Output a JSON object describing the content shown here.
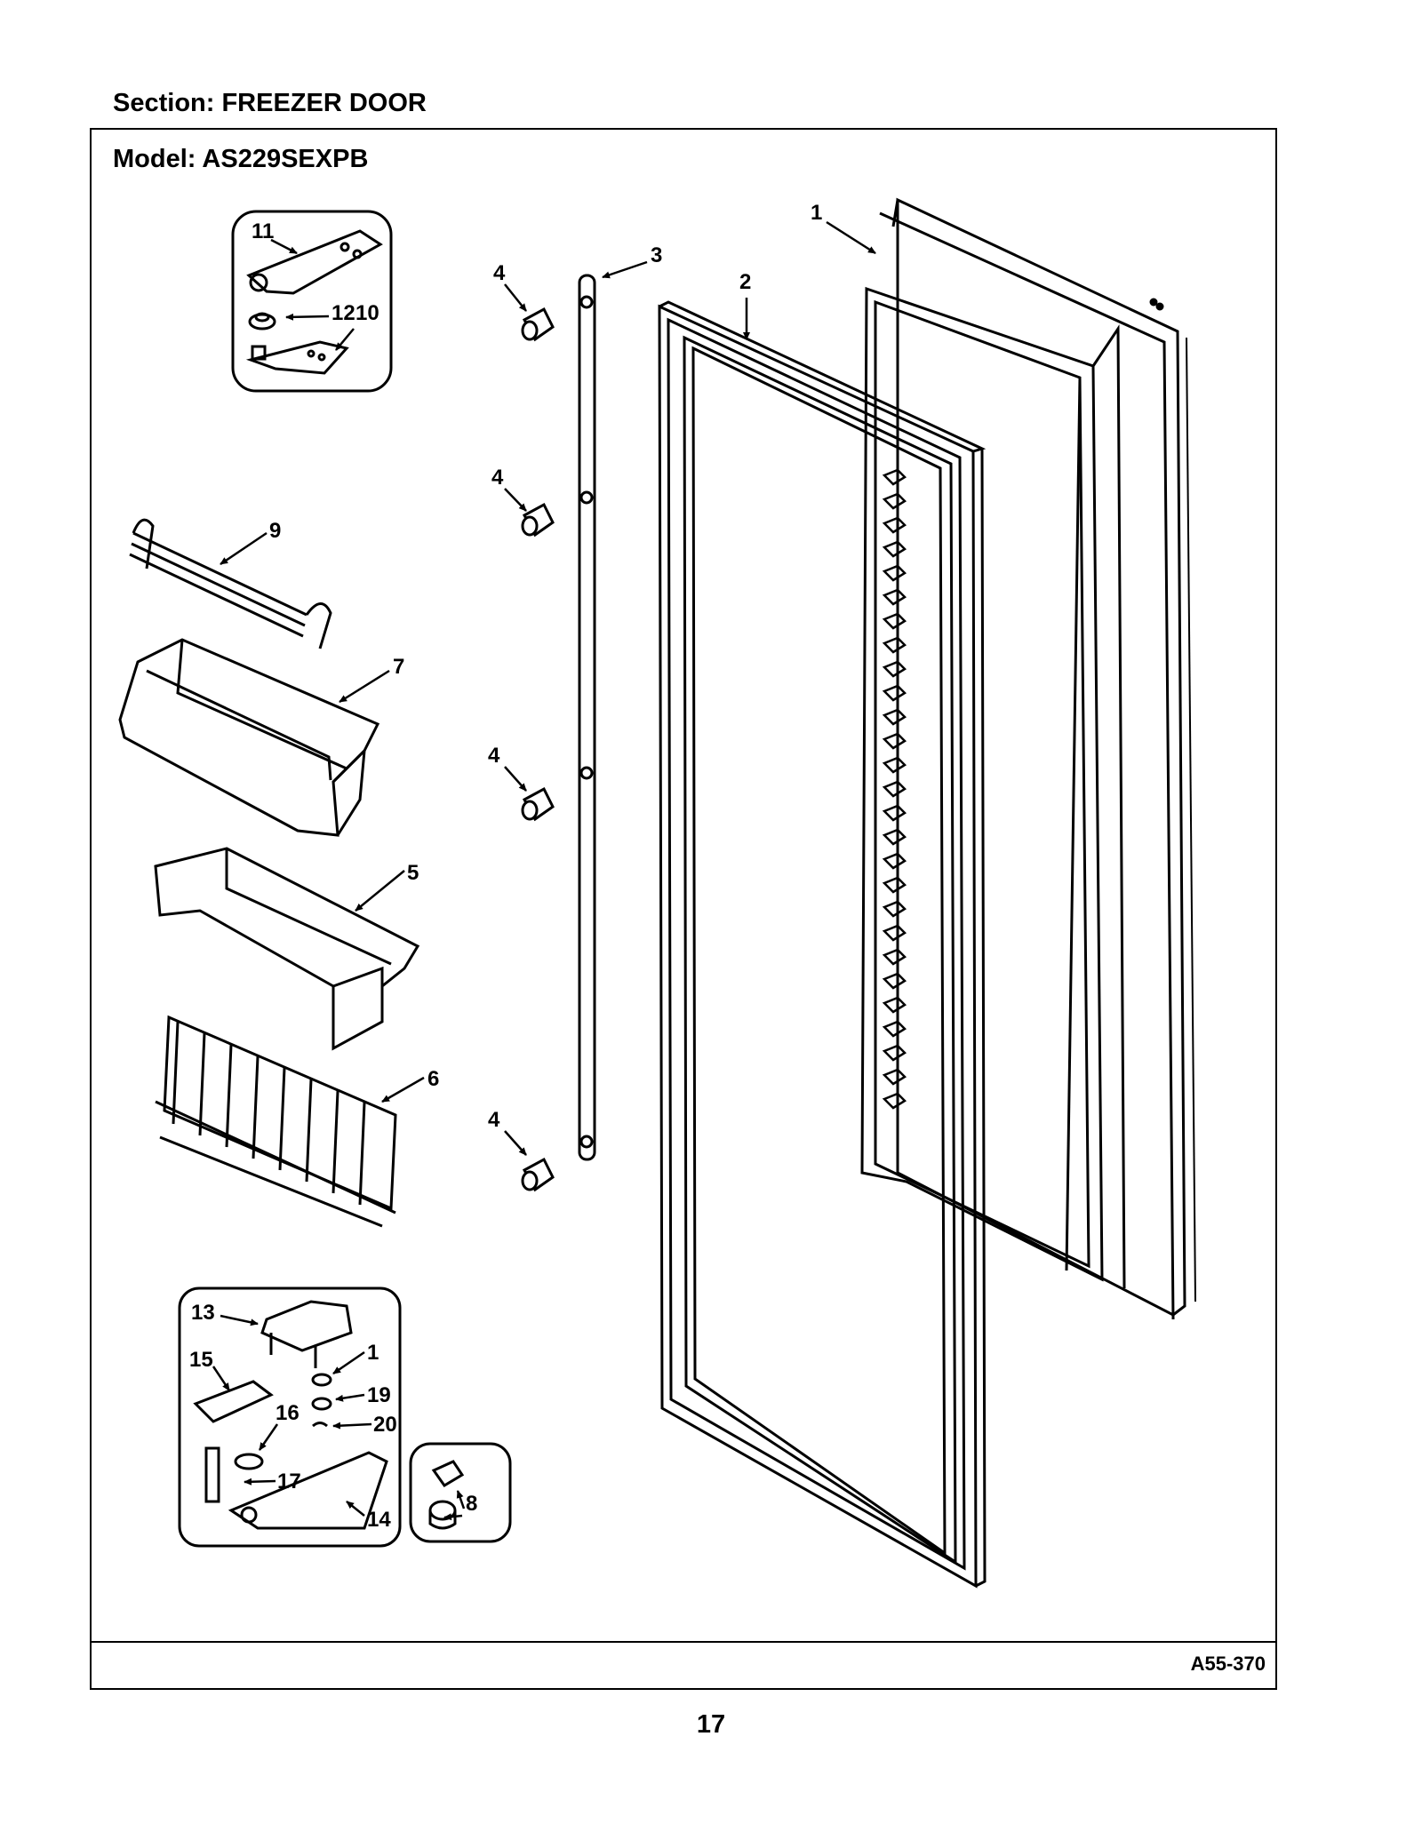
{
  "header": {
    "section": "Section:  FREEZER DOOR"
  },
  "frame": {
    "model": "Model:  AS229SEXPB",
    "diagram_code": "A55-370"
  },
  "footer": {
    "page_number": "17"
  },
  "callouts": {
    "c1": "1",
    "c2": "2",
    "c3": "3",
    "c4a": "4",
    "c4b": "4",
    "c4c": "4",
    "c4d": "4",
    "c5": "5",
    "c6": "6",
    "c7": "7",
    "c8": "8",
    "c9": "9",
    "c10": "10",
    "c11": "11",
    "c12": "12",
    "c13": "13",
    "c14": "14",
    "c15": "15",
    "c16": "16",
    "c17": "17",
    "c1b": "1",
    "c19": "19",
    "c20": "20"
  }
}
